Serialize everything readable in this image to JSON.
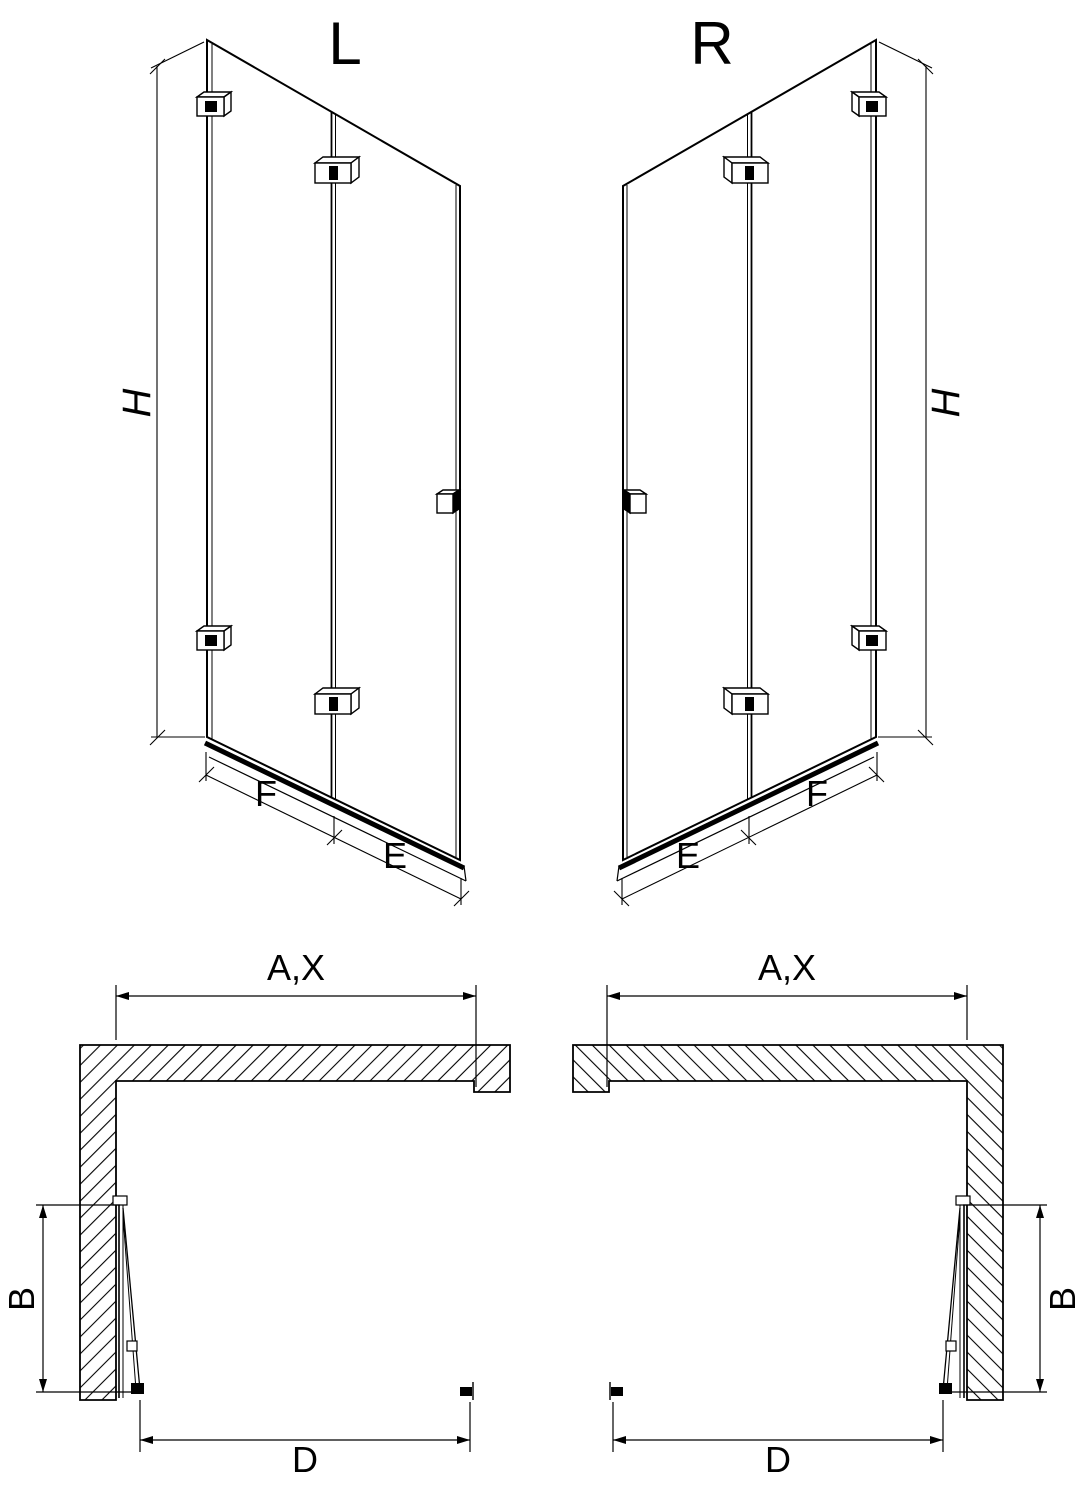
{
  "page": {
    "background": "#ffffff",
    "line_color": "#000000"
  },
  "elevation_left": {
    "variant": "L",
    "dims": {
      "height": "H",
      "panel_f": "F",
      "panel_e": "E"
    }
  },
  "elevation_right": {
    "variant": "R",
    "dims": {
      "height": "H",
      "panel_f": "F",
      "panel_e": "E"
    }
  },
  "plan_left": {
    "dims": {
      "width": "A,X",
      "fold_depth": "B",
      "opening": "D"
    }
  },
  "plan_right": {
    "dims": {
      "width": "A,X",
      "fold_depth": "B",
      "opening": "D"
    }
  }
}
